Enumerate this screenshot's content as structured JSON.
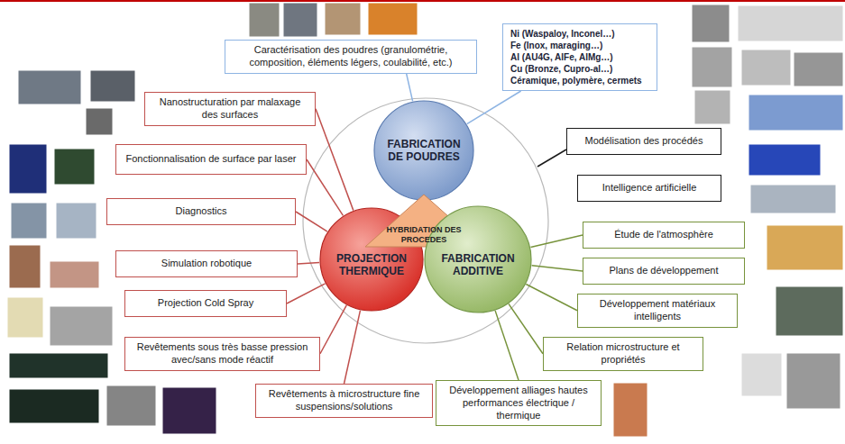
{
  "diagram": {
    "nodes": [
      {
        "text": [
          "Caractérisation des poudres (granulométrie, composition, éléments légers, coulabilité, etc.)"
        ]
      },
      {
        "text": [
          "Ni (Waspaloy, Inconel…)",
          "Fe (Inox, maraging…)",
          "Al (AU4G, AlFe, AlMg…)",
          "Cu (Bronze, Cupro-al…)",
          "Céramique, polymère, cermets"
        ]
      },
      {
        "text": [
          "FABRICATION DE POUDRES"
        ]
      },
      {
        "text": [
          "Modélisation des procédés"
        ]
      },
      {
        "text": [
          "Intelligence artificielle"
        ]
      },
      {
        "text": [
          "Nanostructuration par malaxage des surfaces"
        ]
      },
      {
        "text": [
          "Fonctionnalisation de surface par laser"
        ]
      },
      {
        "text": [
          "Diagnostics"
        ]
      },
      {
        "text": [
          "Simulation robotique"
        ]
      },
      {
        "text": [
          "PROJECTION THERMIQUE"
        ]
      },
      {
        "text": [
          "HYBRIDATION DES PROCEDES"
        ]
      },
      {
        "text": [
          "FABRICATION ADDITIVE"
        ]
      },
      {
        "text": [
          "Étude de l'atmosphère"
        ]
      },
      {
        "text": [
          "Plans de développement"
        ]
      },
      {
        "text": [
          "Développement matériaux intelligents"
        ]
      },
      {
        "text": [
          "Projection Cold Spray"
        ]
      },
      {
        "text": [
          "Relation microstructure et propriétés"
        ]
      },
      {
        "text": [
          "Revêtements sous très basse pression avec/sans mode réactif"
        ]
      },
      {
        "text": [
          "Revêtements à microstructure fine suspensions/solutions"
        ]
      },
      {
        "text": [
          "Développement alliages hautes performances électrique / thermique"
        ]
      }
    ],
    "edges": [
      {
        "from": 0,
        "to": 2,
        "arrow": "none"
      },
      {
        "from": 1,
        "to": 2,
        "arrow": "none"
      },
      {
        "from": 5,
        "to": 9,
        "arrow": "none"
      },
      {
        "from": 6,
        "to": 9,
        "arrow": "none"
      },
      {
        "from": 7,
        "to": 9,
        "arrow": "none"
      },
      {
        "from": 8,
        "to": 9,
        "arrow": "none"
      },
      {
        "from": 15,
        "to": 9,
        "arrow": "none"
      },
      {
        "from": 17,
        "to": 9,
        "arrow": "none"
      },
      {
        "from": 18,
        "to": 9,
        "arrow": "none"
      },
      {
        "from": 12,
        "to": 11,
        "arrow": "none"
      },
      {
        "from": 13,
        "to": 11,
        "arrow": "none"
      },
      {
        "from": 14,
        "to": 11,
        "arrow": "none"
      },
      {
        "from": 16,
        "to": 11,
        "arrow": "none"
      },
      {
        "from": 19,
        "to": 11,
        "arrow": "none"
      }
    ]
  }
}
